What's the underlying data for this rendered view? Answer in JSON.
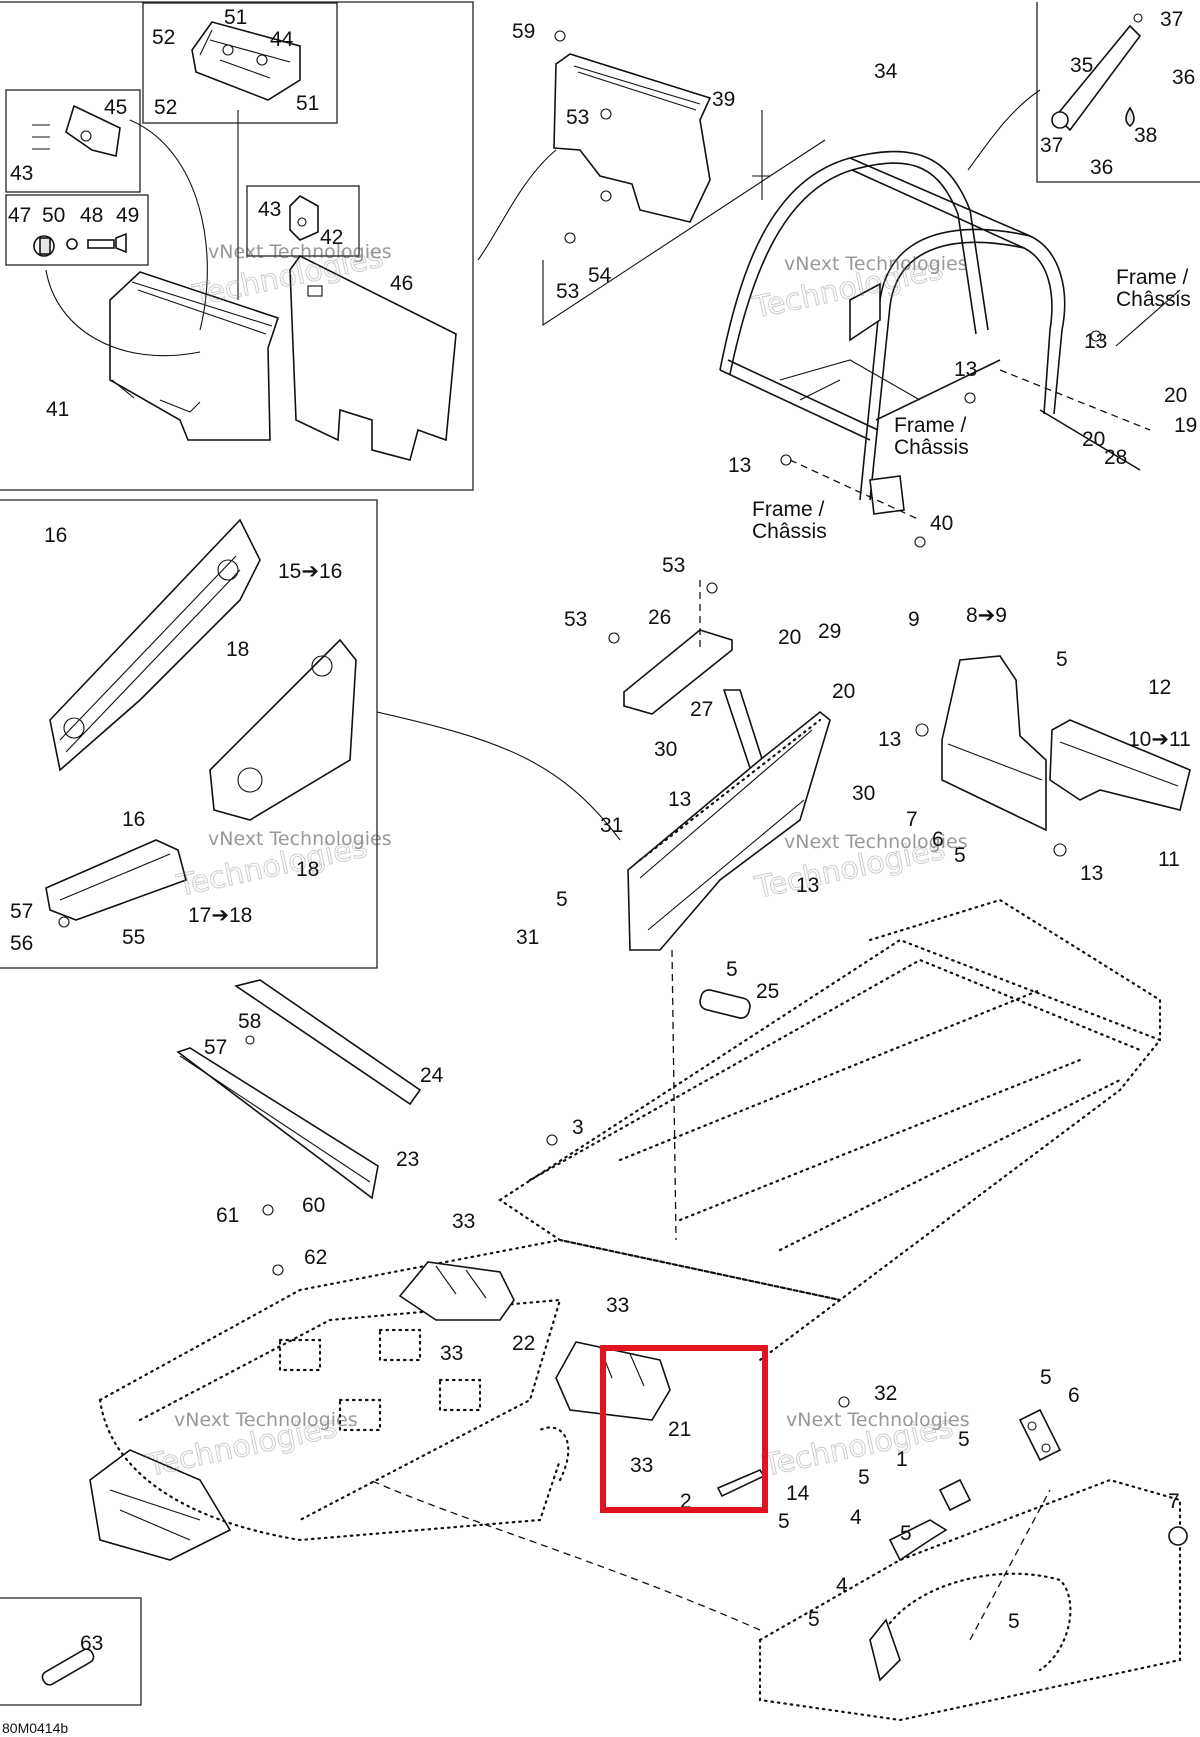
{
  "diagram": {
    "drawing_code": "80M0414b",
    "watermark": {
      "line1": "vNext Technologies",
      "line2": "Technologies"
    },
    "callouts": [
      {
        "text": "51"
      },
      {
        "text": "52"
      },
      {
        "text": "44"
      },
      {
        "text": "52"
      },
      {
        "text": "51"
      },
      {
        "text": "45"
      },
      {
        "text": "43"
      },
      {
        "text": "47"
      },
      {
        "text": "50"
      },
      {
        "text": "48"
      },
      {
        "text": "49"
      },
      {
        "text": "43"
      },
      {
        "text": "42"
      },
      {
        "text": "46"
      },
      {
        "text": "41"
      },
      {
        "text": "59"
      },
      {
        "text": "53"
      },
      {
        "text": "39"
      },
      {
        "text": "54"
      },
      {
        "text": "53"
      },
      {
        "text": "34"
      },
      {
        "text": "37"
      },
      {
        "text": "35"
      },
      {
        "text": "36"
      },
      {
        "text": "37"
      },
      {
        "text": "38"
      },
      {
        "text": "36"
      },
      {
        "text": "13"
      },
      {
        "text": "13"
      },
      {
        "text": "20"
      },
      {
        "text": "19"
      },
      {
        "text": "20"
      },
      {
        "text": "28"
      },
      {
        "text": "13"
      },
      {
        "text": "40"
      },
      {
        "text": "16"
      },
      {
        "text": "15➔16"
      },
      {
        "text": "18"
      },
      {
        "text": "16"
      },
      {
        "text": "18"
      },
      {
        "text": "57"
      },
      {
        "text": "56"
      },
      {
        "text": "55"
      },
      {
        "text": "17➔18"
      },
      {
        "text": "53"
      },
      {
        "text": "53"
      },
      {
        "text": "26"
      },
      {
        "text": "20"
      },
      {
        "text": "29"
      },
      {
        "text": "20"
      },
      {
        "text": "27"
      },
      {
        "text": "30"
      },
      {
        "text": "13"
      },
      {
        "text": "31"
      },
      {
        "text": "30"
      },
      {
        "text": "7"
      },
      {
        "text": "6"
      },
      {
        "text": "5"
      },
      {
        "text": "13"
      },
      {
        "text": "5"
      },
      {
        "text": "31"
      },
      {
        "text": "5"
      },
      {
        "text": "25"
      },
      {
        "text": "9"
      },
      {
        "text": "8➔9"
      },
      {
        "text": "5"
      },
      {
        "text": "12"
      },
      {
        "text": "13"
      },
      {
        "text": "10➔11"
      },
      {
        "text": "11"
      },
      {
        "text": "13"
      },
      {
        "text": "58"
      },
      {
        "text": "57"
      },
      {
        "text": "24"
      },
      {
        "text": "23"
      },
      {
        "text": "3"
      },
      {
        "text": "61"
      },
      {
        "text": "60"
      },
      {
        "text": "62"
      },
      {
        "text": "33"
      },
      {
        "text": "22"
      },
      {
        "text": "33"
      },
      {
        "text": "33"
      },
      {
        "text": "21"
      },
      {
        "text": "33"
      },
      {
        "text": "2"
      },
      {
        "text": "14"
      },
      {
        "text": "5"
      },
      {
        "text": "32"
      },
      {
        "text": "5"
      },
      {
        "text": "6"
      },
      {
        "text": "1"
      },
      {
        "text": "5"
      },
      {
        "text": "5"
      },
      {
        "text": "4"
      },
      {
        "text": "5"
      },
      {
        "text": "7"
      },
      {
        "text": "4"
      },
      {
        "text": "5"
      },
      {
        "text": "5"
      },
      {
        "text": "63"
      }
    ],
    "frame_labels": [
      {
        "line1": "Frame /",
        "line2": "Châssis"
      },
      {
        "line1": "Frame /",
        "line2": "Châssis"
      },
      {
        "line1": "Frame /",
        "line2": "Châssis"
      }
    ],
    "highlight": {
      "part": "21",
      "color": "#e0141e"
    }
  }
}
